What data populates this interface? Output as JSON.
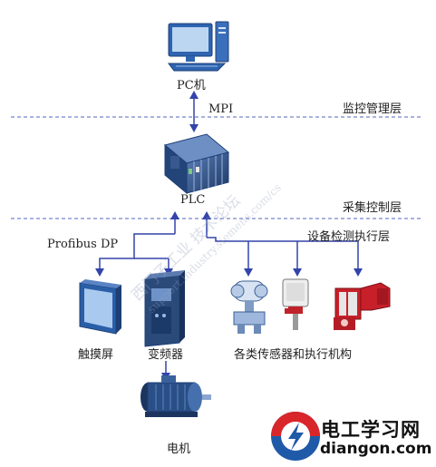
{
  "labels": {
    "pc": "PC机",
    "mpi": "MPI",
    "plc": "PLC",
    "profibus": "Profibus DP",
    "touchscreen": "触摸屏",
    "inverter": "变频器",
    "sensors": "各类传感器和执行机构",
    "motor": "电机"
  },
  "layers": {
    "monitor": "监控管理层",
    "collect": "采集控制层",
    "field": "设备检测执行层"
  },
  "watermark": {
    "line1": "西门子工业  技术论坛",
    "line2": "support.industry.siemens.com/cs"
  },
  "logo": {
    "cn": "电工学习网",
    "en": "diangon.com"
  },
  "colors": {
    "line": "#3344aa",
    "dashed": "#5566bb",
    "device_blue": "#2a5fa8",
    "device_dark": "#1f3a66",
    "logo_red": "#d9262b",
    "logo_blue": "#1f5aa8"
  }
}
